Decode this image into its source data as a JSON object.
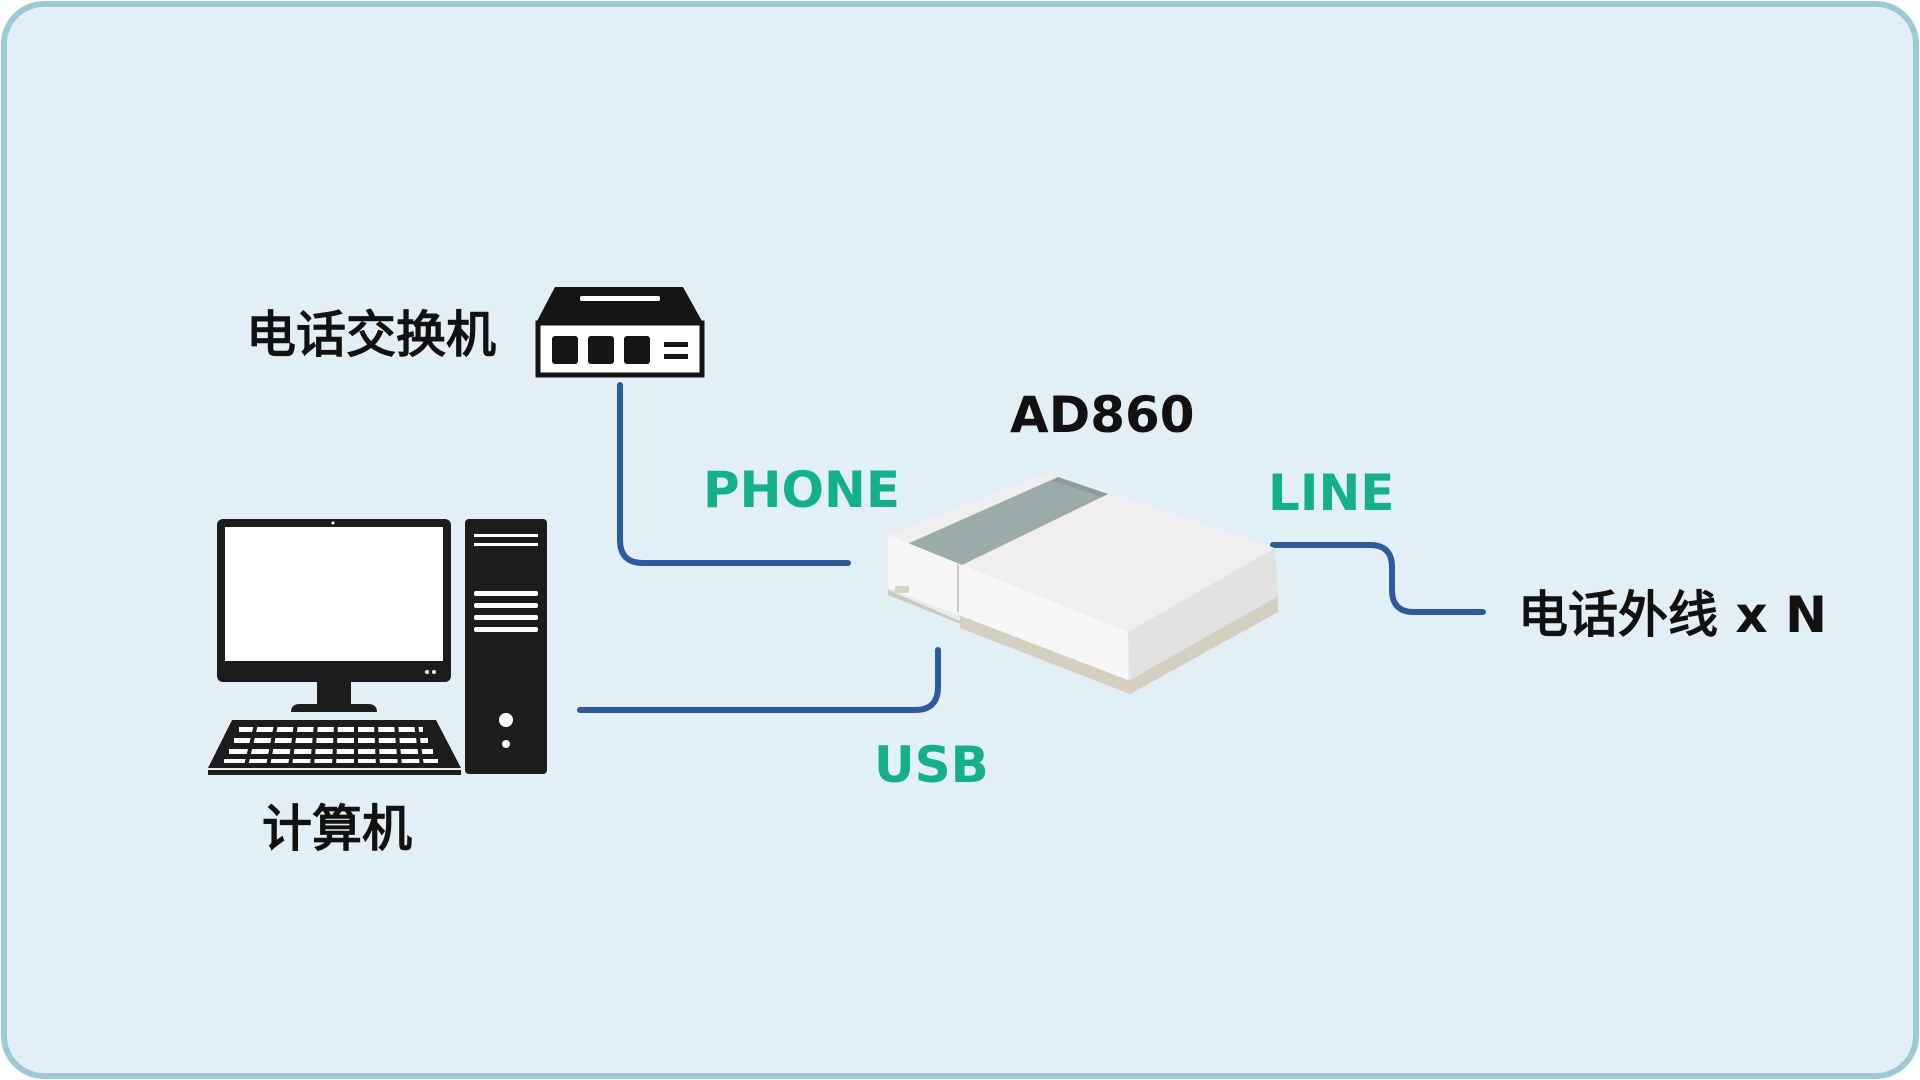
{
  "nodes": {
    "switchboard": {
      "label": "电话交换机",
      "icon": "phone-switch-icon"
    },
    "computer": {
      "label": "计算机",
      "icon": "desktop-computer-icon"
    },
    "device": {
      "label": "AD860",
      "icon": "recorder-box-icon"
    },
    "outside_lines": {
      "label": "电话外线 x N"
    }
  },
  "ports": {
    "phone": "PHONE",
    "line": "LINE",
    "usb": "USB"
  },
  "colors": {
    "background": "#e3eff6",
    "border": "#9ccad4",
    "port_label": "#14b08a",
    "cable": "#2d5a9a",
    "text": "#111111"
  }
}
